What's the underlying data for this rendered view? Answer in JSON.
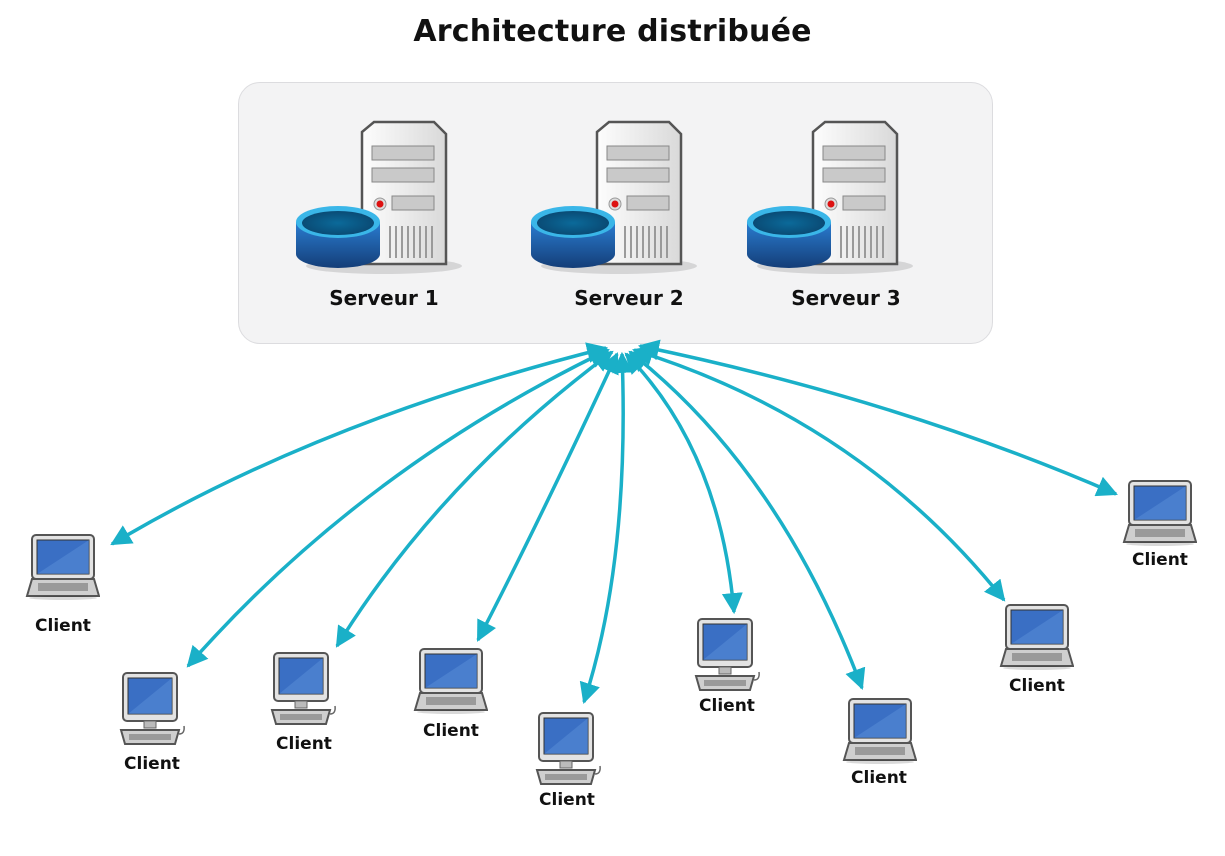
{
  "title": "Architecture distribuée",
  "servers": [
    {
      "label": "Serveur 1"
    },
    {
      "label": "Serveur 2"
    },
    {
      "label": "Serveur 3"
    }
  ],
  "clients": [
    {
      "label": "Client",
      "device": "laptop"
    },
    {
      "label": "Client",
      "device": "desktop"
    },
    {
      "label": "Client",
      "device": "desktop"
    },
    {
      "label": "Client",
      "device": "laptop"
    },
    {
      "label": "Client",
      "device": "desktop"
    },
    {
      "label": "Client",
      "device": "desktop"
    },
    {
      "label": "Client",
      "device": "laptop"
    },
    {
      "label": "Client",
      "device": "laptop"
    },
    {
      "label": "Client",
      "device": "laptop"
    }
  ],
  "colors": {
    "connection": "#1ab0c8",
    "database": "#1e5ea8",
    "screen": "#3a6fc4"
  },
  "icons": [
    "server-tower-icon",
    "database-icon",
    "laptop-icon",
    "desktop-computer-icon"
  ]
}
